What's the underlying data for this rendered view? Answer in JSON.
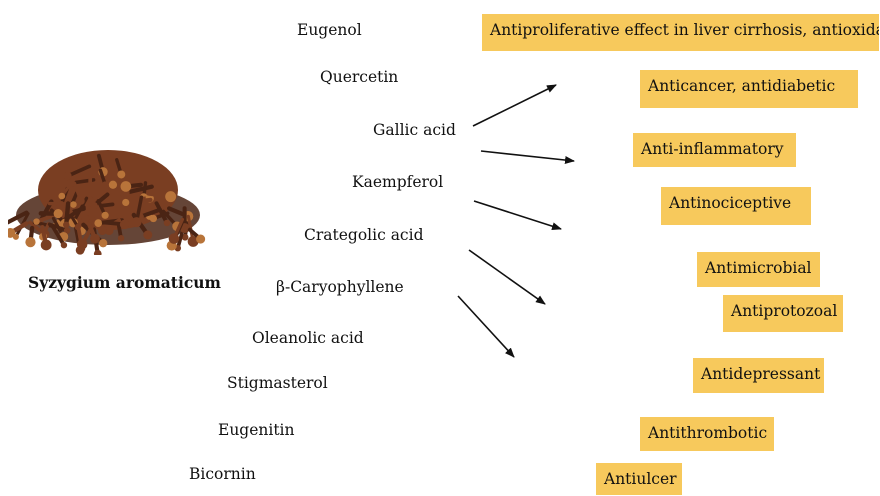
{
  "plant": {
    "name": "Syzygium aromaticum",
    "image": "clove-pile-image"
  },
  "compounds": [
    "Eugenol",
    "Quercetin",
    "Gallic acid",
    "Kaempferol",
    "Crategolic acid",
    "β-Caryophyllene",
    "Oleanolic acid",
    "Stigmasterol",
    "Eugenitin",
    "Bicornin"
  ],
  "effects": [
    "Antiproliferative effect in liver cirrhosis, antioxidant",
    "Anticancer, antidiabetic",
    "Anti-inflammatory",
    "Antinociceptive",
    "Antimicrobial",
    "Antiprotozoal",
    "Antidepressant",
    "Antithrombotic",
    "Antiulcer"
  ],
  "colors": {
    "effect_box": "#f7c95c",
    "clove_dark": "#4a2414",
    "clove_mid": "#7a3e22",
    "clove_light": "#b8743a"
  }
}
